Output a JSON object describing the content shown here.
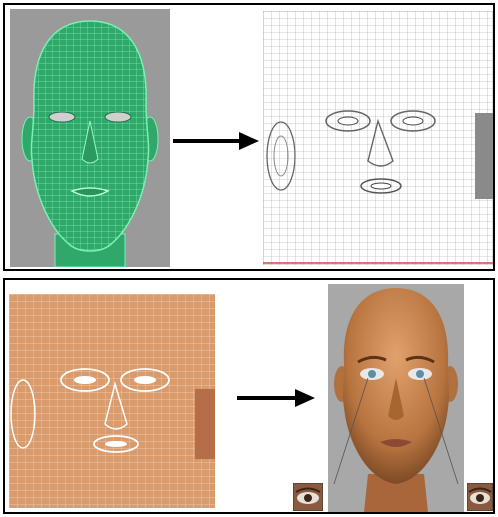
{
  "figure": {
    "panels": [
      {
        "id": "top",
        "steps": [
          "3d-head-wireframe",
          "uv-wireframe-layout"
        ],
        "colors": {
          "background": "#9a9a9a",
          "mesh": "#3fd98f",
          "mesh_fill": "#2fa86a",
          "uv_lines": "#8f8f8f"
        }
      },
      {
        "id": "bottom",
        "steps": [
          "uv-texture-skin",
          "rendered-textured-head"
        ],
        "colors": {
          "skin": "#d99a6c",
          "skin_grid": "#f4d6bf",
          "render_bg": "#a8a8a8",
          "head_skin": "#c9844f"
        }
      }
    ],
    "arrow_color": "#000000",
    "icons": [
      "arrow-right-icon",
      "eye-closeup-icon"
    ]
  }
}
